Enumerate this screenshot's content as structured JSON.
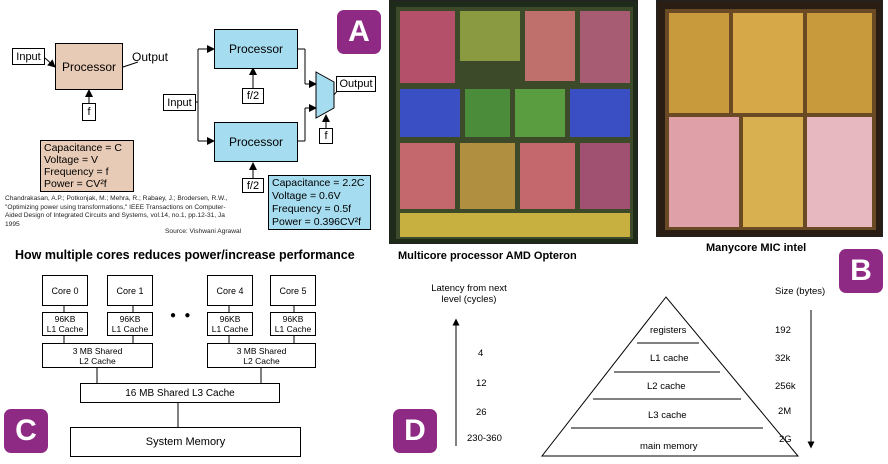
{
  "panel_a": {
    "tag": "A",
    "single": {
      "input": "Input",
      "processor": "Processor",
      "output": "Output",
      "freq": "f"
    },
    "single_params": [
      "Capacitance = C",
      "Voltage = V",
      "Frequency = f",
      "Power = CV²f"
    ],
    "dual": {
      "input": "Input",
      "processor_top": "Processor",
      "processor_bottom": "Processor",
      "output": "Output",
      "freq_top": "f/2",
      "freq_bottom": "f/2",
      "mux_freq": "f"
    },
    "dual_params": [
      "Capacitance = 2.2C",
      "Voltage = 0.6V",
      "Frequency = 0.5f",
      "Power = 0.396CV²f"
    ],
    "citation": [
      "Chandrakasan, A.P.;  Potkonjak, M.; Mehra, R.;  Rabaey, J.; Brodersen, R.W.,",
      "\"Optimizing power using transformations,\" IEEE Transactions on Computer-",
      "Aided Design of Integrated Circuits and Systems, vol.14, no.1, pp.12-31, Ja",
      "1995"
    ],
    "source": "Source:   Vishwani Agrawal"
  },
  "panel_b": {
    "tag": "B",
    "caption_opteron": "Multicore processor  AMD Opteron",
    "caption_mic": "Manycore MIC intel"
  },
  "panel_c": {
    "tag": "C",
    "title": "How multiple cores reduces power/increase performance",
    "cores": [
      "Core 0",
      "Core 1",
      "Core 4",
      "Core 5"
    ],
    "l1_line1": "96KB",
    "l1_line2": "L1 Cache",
    "dots": "●   ●",
    "l2_line1": "3 MB Shared",
    "l2_line2": "L2 Cache",
    "l3": "16 MB Shared L3 Cache",
    "memory": "System Memory"
  },
  "panel_d": {
    "tag": "D",
    "latency_header": [
      "Latency from next",
      "level (cycles)"
    ],
    "size_header": "Size (bytes)",
    "levels": [
      {
        "name": "registers",
        "latency": "",
        "size": "192"
      },
      {
        "name": "L1 cache",
        "latency": "4",
        "size": "32k"
      },
      {
        "name": "L2 cache",
        "latency": "12",
        "size": "256k"
      },
      {
        "name": "L3 cache",
        "latency": "26",
        "size": "2M"
      },
      {
        "name": "main memory",
        "latency": "230-360",
        "size": "2G"
      }
    ]
  },
  "colors": {
    "tag": "#8f2a84",
    "processor_single": "#e8cbb6",
    "processor_dual": "#a6dcef",
    "params_single": "#e8cbb6",
    "params_dual": "#a6dcef"
  }
}
